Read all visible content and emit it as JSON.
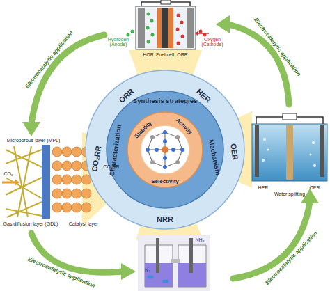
{
  "diagram": {
    "nodes": [
      {
        "text": [
          "ORR",
          "HER",
          "OER",
          "NRR",
          "CO₂RR"
        ]
      },
      {
        "text": [
          "Synthesis strategies",
          "Mechanism",
          "Characterization"
        ],
        "in": 0
      },
      {
        "text": [
          "Activity",
          "Selectivity",
          "Stability"
        ],
        "in": 1
      }
    ],
    "labels": [
      "Hydrogen (Anode)",
      "HOR",
      "Fuel cell",
      "ORR",
      "Oxygen (Cathode)",
      "Electrocatalytic application",
      "Electrocatalytic application",
      "Electrocatalytic application",
      "Electrocatalytic application",
      "Microporous layer (MPL)",
      "CO₂",
      "CO₂RR",
      "Gas diffusion layer (GDL)",
      "Catalyst layer",
      "HER",
      "OER",
      "Water splitting",
      "N₂",
      "NH₃"
    ]
  }
}
